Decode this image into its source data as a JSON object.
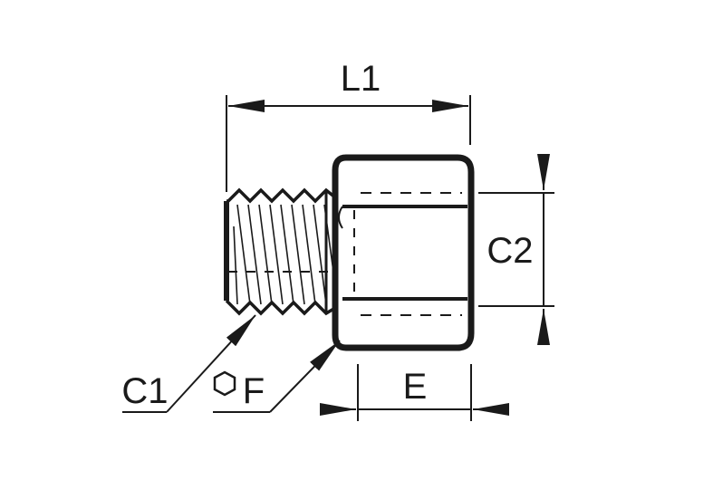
{
  "labels": {
    "l1": "L1",
    "c2": "C2",
    "c1": "C1",
    "f": "F",
    "e": "E"
  },
  "icons": {
    "hex": "hexagon-icon"
  },
  "colors": {
    "ink": "#1a1a1a",
    "background": "#ffffff"
  }
}
